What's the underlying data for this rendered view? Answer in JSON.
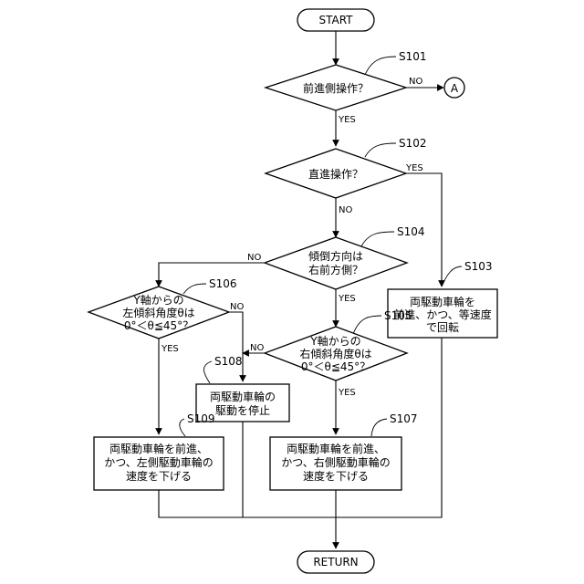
{
  "terminals": {
    "start": "START",
    "return": "RETURN",
    "connector_a": "A"
  },
  "steps": {
    "s101": {
      "id": "S101",
      "lines": [
        "前進側操作？"
      ]
    },
    "s102": {
      "id": "S102",
      "lines": [
        "直進操作？"
      ]
    },
    "s103": {
      "id": "S103",
      "lines": [
        "両駆動車輪を",
        "前進、かつ、等速度",
        "で回転"
      ]
    },
    "s104": {
      "id": "S104",
      "lines": [
        "傾倒方向は",
        "右前方側？"
      ]
    },
    "s105": {
      "id": "S105",
      "lines": [
        "Y軸からの",
        "右傾斜角度θは",
        "0°＜θ≦45°？"
      ]
    },
    "s106": {
      "id": "S106",
      "lines": [
        "Y軸からの",
        "左傾斜角度θは",
        "0°＜θ≦45°？"
      ]
    },
    "s107": {
      "id": "S107",
      "lines": [
        "両駆動車輪を前進、",
        "かつ、右側駆動車輪の",
        "速度を下げる"
      ]
    },
    "s108": {
      "id": "S108",
      "lines": [
        "両駆動車輪の",
        "駆動を停止"
      ]
    },
    "s109": {
      "id": "S109",
      "lines": [
        "両駆動車輪を前進、",
        "かつ、左側駆動車輪の",
        "速度を下げる"
      ]
    }
  },
  "branches": {
    "yes": "YES",
    "no": "NO"
  }
}
